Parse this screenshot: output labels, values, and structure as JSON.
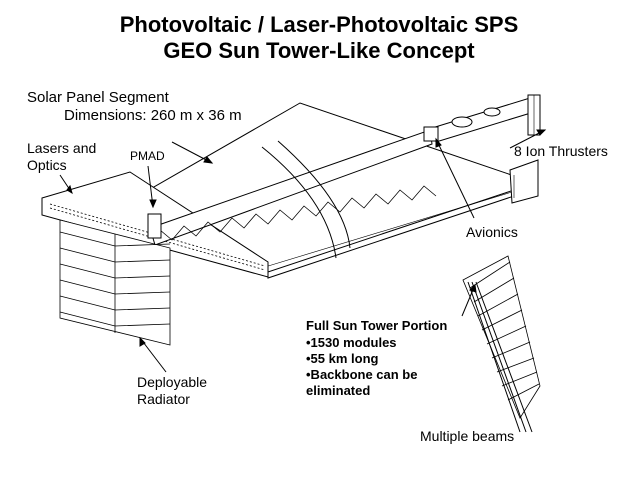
{
  "title": {
    "line1": "Photovoltaic / Laser-Photovoltaic SPS",
    "line2": "GEO Sun Tower-Like Concept"
  },
  "labels": {
    "solar_panel_segment": "Solar Panel Segment",
    "dimensions": "Dimensions: 260 m x 36 m",
    "lasers_line1": "Lasers and",
    "lasers_line2": "Optics",
    "pmad": "PMAD",
    "ion_thrusters": "8 Ion Thrusters",
    "avionics": "Avionics",
    "radiator_line1": "Deployable",
    "radiator_line2": "Radiator",
    "multiple_beams": "Multiple beams"
  },
  "tower_portion": {
    "heading": "Full Sun Tower Portion",
    "bullets": [
      "•1530 modules",
      "•55 km long",
      "•Backbone can be",
      "eliminated"
    ]
  }
}
